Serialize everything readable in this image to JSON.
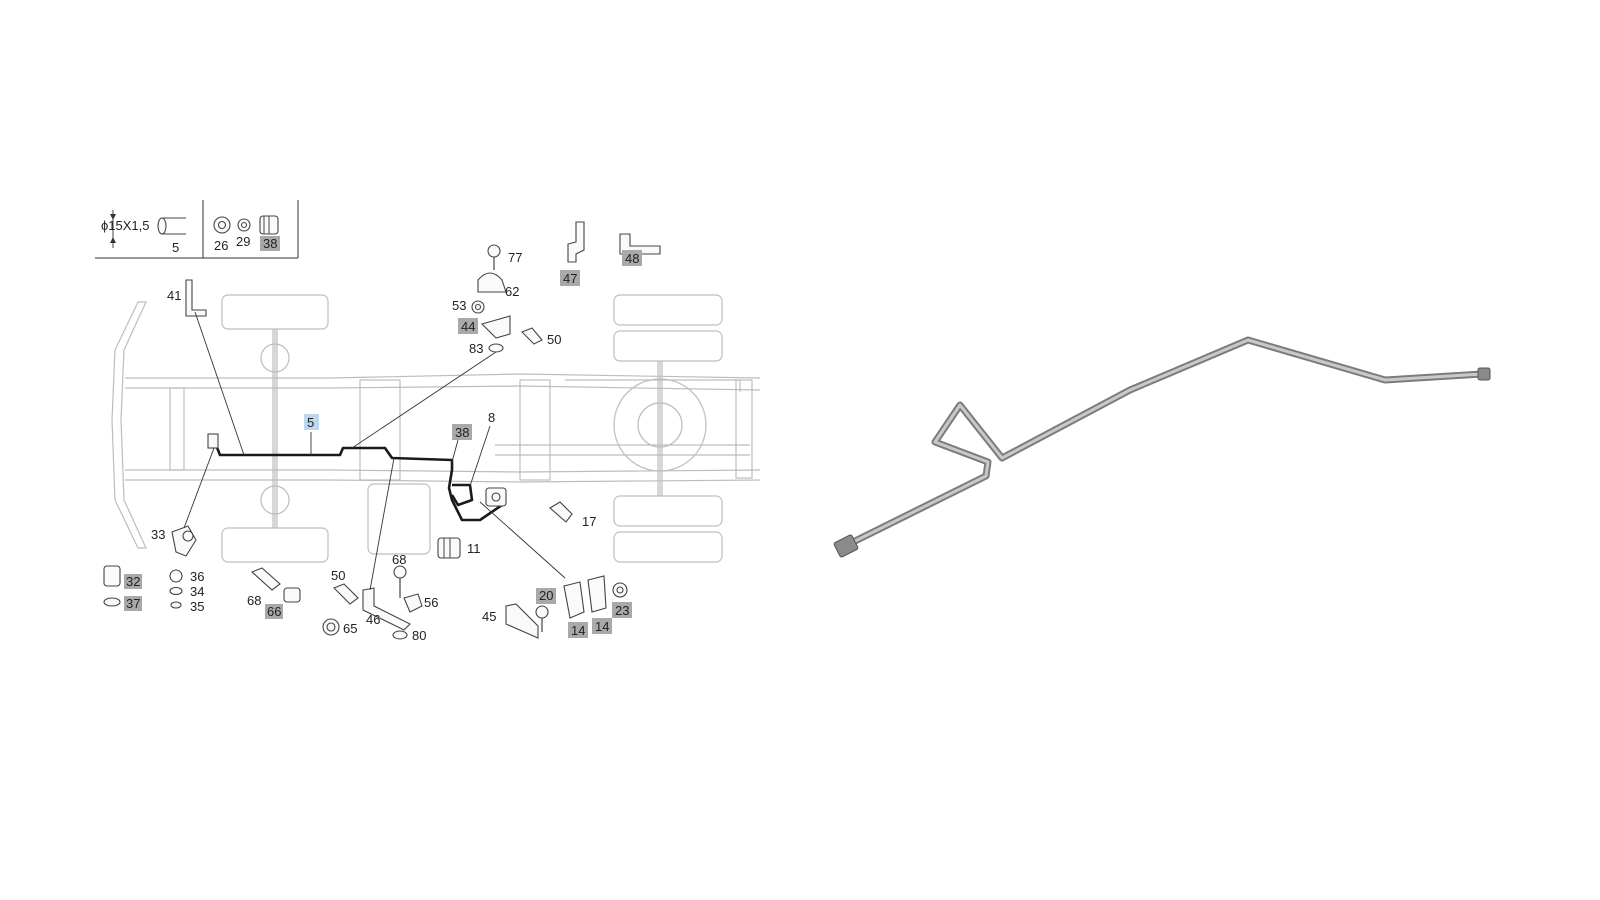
{
  "legend": {
    "pipe_spec": "ϕ15X1,5",
    "pipe_part": "5",
    "kit_parts": [
      "26",
      "29",
      "38"
    ]
  },
  "callouts": {
    "c41": "41",
    "c33": "33",
    "c32": "32",
    "c37": "37",
    "c36": "36",
    "c34": "34",
    "c35": "35",
    "c68a": "68",
    "c66": "66",
    "c50a": "50",
    "c65": "65",
    "c68b": "68",
    "c46": "46",
    "c56": "56",
    "c80": "80",
    "c5": "5",
    "c38": "38",
    "c8": "8",
    "c11": "11",
    "c17": "17",
    "c77": "77",
    "c62": "62",
    "c53": "53",
    "c44": "44",
    "c50b": "50",
    "c83": "83",
    "c47": "47",
    "c48": "48",
    "c20": "20",
    "c23": "23",
    "c45": "45",
    "c14a": "14",
    "c14b": "14"
  },
  "colors": {
    "highlight_box": "#bcd7ee",
    "grey_box": "#a9a9a9",
    "pipe_render": "#9e9e9e"
  }
}
